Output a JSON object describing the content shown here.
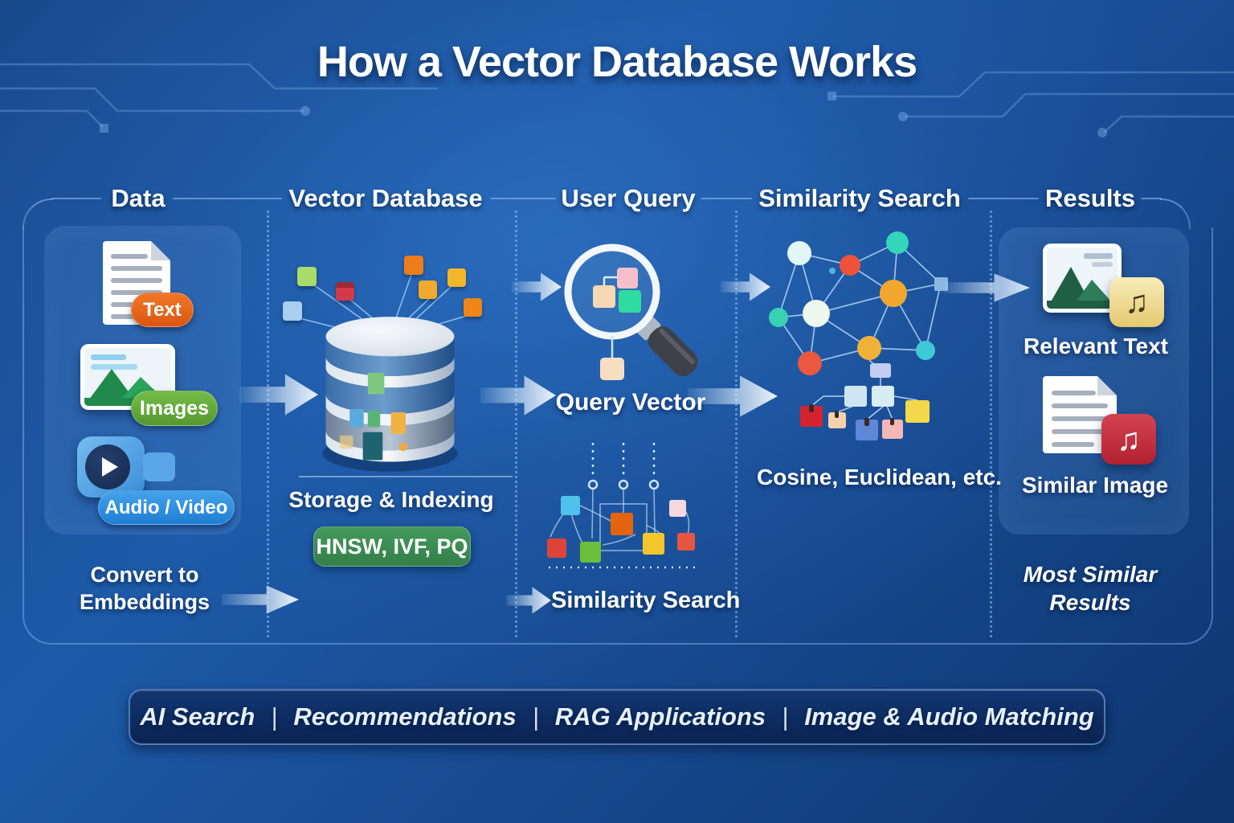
{
  "title": "How a Vector Database Works",
  "columns": [
    {
      "label": "Data"
    },
    {
      "label": "Vector Database"
    },
    {
      "label": "User Query"
    },
    {
      "label": "Similarity Search"
    },
    {
      "label": "Results"
    }
  ],
  "data_section": {
    "items": [
      {
        "label": "Text"
      },
      {
        "label": "Images"
      },
      {
        "label": "Audio / Video"
      }
    ],
    "caption_line1": "Convert to",
    "caption_line2": "Embeddings"
  },
  "vector_db_section": {
    "caption": "Storage & Indexing",
    "index_badge": "HNSW, IVF, PQ"
  },
  "user_query_section": {
    "query_caption": "Query Vector",
    "search_caption": "Similarity Search"
  },
  "similarity_section": {
    "metrics_caption": "Cosine, Euclidean, etc."
  },
  "results_section": {
    "item1_label": "Relevant Text",
    "item2_label": "Similar Image",
    "caption_line1": "Most Similar",
    "caption_line2": "Results",
    "music_note_glyph": "♫"
  },
  "footer": {
    "separator": "|",
    "items": [
      "AI Search",
      "Recommendations",
      "RAG Applications",
      "Image & Audio Matching"
    ]
  },
  "colors": {
    "background_deep": "#0d356d",
    "background_light": "#2268bc",
    "text_badge_orange": "#ec6418",
    "images_badge_green": "#5ea83c",
    "audio_badge_blue": "#2f93e0",
    "index_badge_green": "#3c9153",
    "footer_bar_navy": "#0c2c60",
    "accent_line_blue": "#8fc0ff"
  }
}
